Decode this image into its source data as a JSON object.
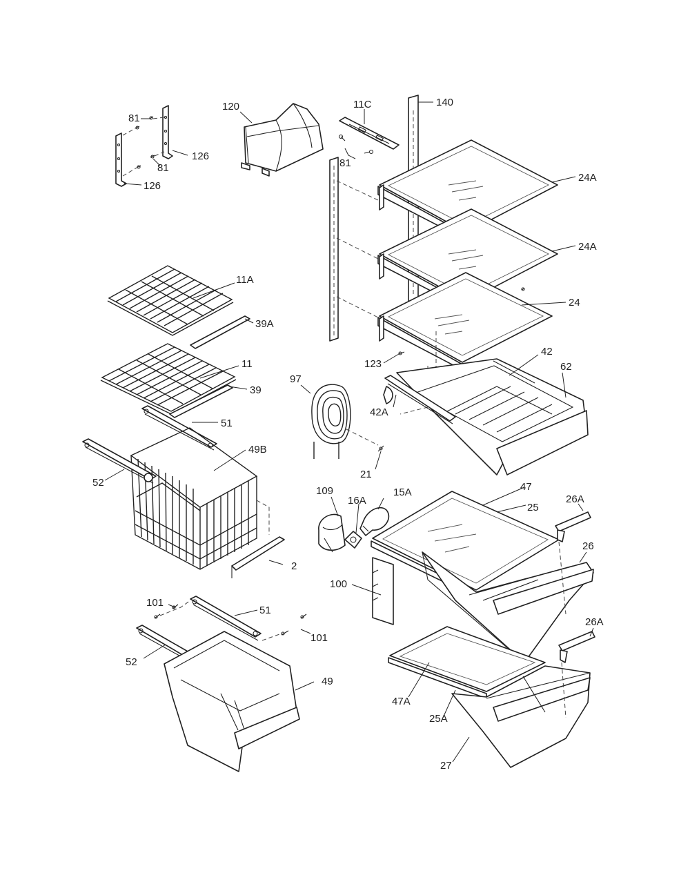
{
  "labels": {
    "l81a": "81",
    "l81b": "81",
    "l81c": "81",
    "l126a": "126",
    "l126b": "126",
    "l120": "120",
    "l11c": "11C",
    "l140": "140",
    "l24a_top": "24A",
    "l24a_mid": "24A",
    "l24": "24",
    "l11a": "11A",
    "l39a": "39A",
    "l11": "11",
    "l39": "39",
    "l97": "97",
    "l123": "123",
    "l42": "42",
    "l62": "62",
    "l42a": "42A",
    "l51a": "51",
    "l49b": "49B",
    "l52a": "52",
    "l21": "21",
    "l109": "109",
    "l16a": "16A",
    "l15a": "15A",
    "l47": "47",
    "l25": "25",
    "l26a_top": "26A",
    "l26": "26",
    "l2": "2",
    "l100": "100",
    "l101a": "101",
    "l51b": "51",
    "l101b": "101",
    "l52b": "52",
    "l49": "49",
    "l26a_bot": "26A",
    "l47a": "47A",
    "l25a": "25A",
    "l27": "27"
  }
}
